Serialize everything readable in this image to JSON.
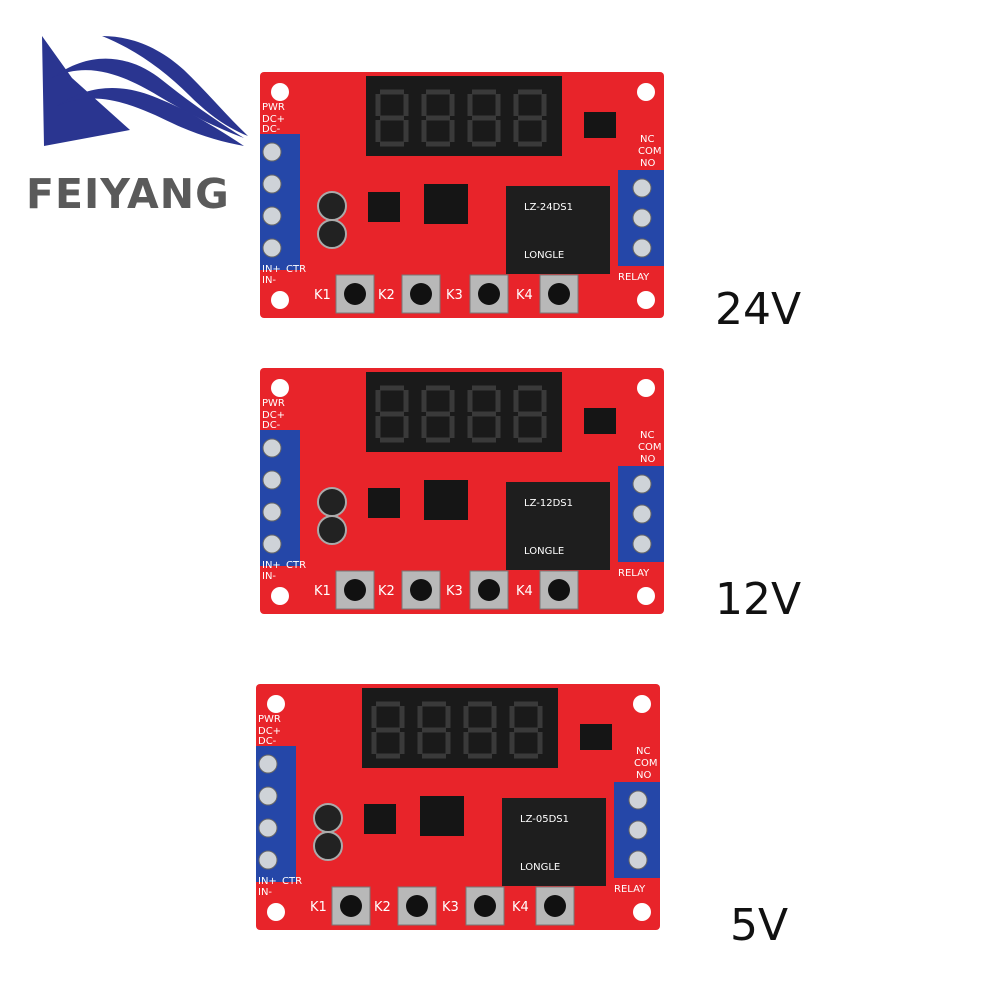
{
  "brand": {
    "name": "FEIYANG"
  },
  "boards": [
    {
      "voltage": "24V",
      "relay_print": "LZ-24DS1",
      "silk": {
        "pwr": "PWR",
        "dcp": "DC+",
        "dcm": "DC-",
        "nc": "NC",
        "com": "COM",
        "no": "NO",
        "inp": "IN+",
        "inm": "IN-",
        "ctr": "CTR",
        "relay": "RELAY",
        "k1": "K1",
        "k2": "K2",
        "k3": "K3",
        "k4": "K4",
        "brand": "LONGLE"
      }
    },
    {
      "voltage": "12V",
      "relay_print": "LZ-12DS1",
      "silk": {
        "pwr": "PWR",
        "dcp": "DC+",
        "dcm": "DC-",
        "nc": "NC",
        "com": "COM",
        "no": "NO",
        "inp": "IN+",
        "inm": "IN-",
        "ctr": "CTR",
        "relay": "RELAY",
        "k1": "K1",
        "k2": "K2",
        "k3": "K3",
        "k4": "K4",
        "brand": "LONGLE"
      }
    },
    {
      "voltage": "5V",
      "relay_print": "LZ-05DS1",
      "silk": {
        "pwr": "PWR",
        "dcp": "DC+",
        "dcm": "DC-",
        "nc": "NC",
        "com": "COM",
        "no": "NO",
        "inp": "IN+",
        "inm": "IN-",
        "ctr": "CTR",
        "relay": "RELAY",
        "k1": "K1",
        "k2": "K2",
        "k3": "K3",
        "k4": "K4",
        "brand": "LONGLE"
      }
    }
  ],
  "colors": {
    "pcb": "#e8242a",
    "terminal": "#2547a8",
    "display": "#1a1a1a",
    "logo": "#2a3590",
    "text": "#111111"
  }
}
